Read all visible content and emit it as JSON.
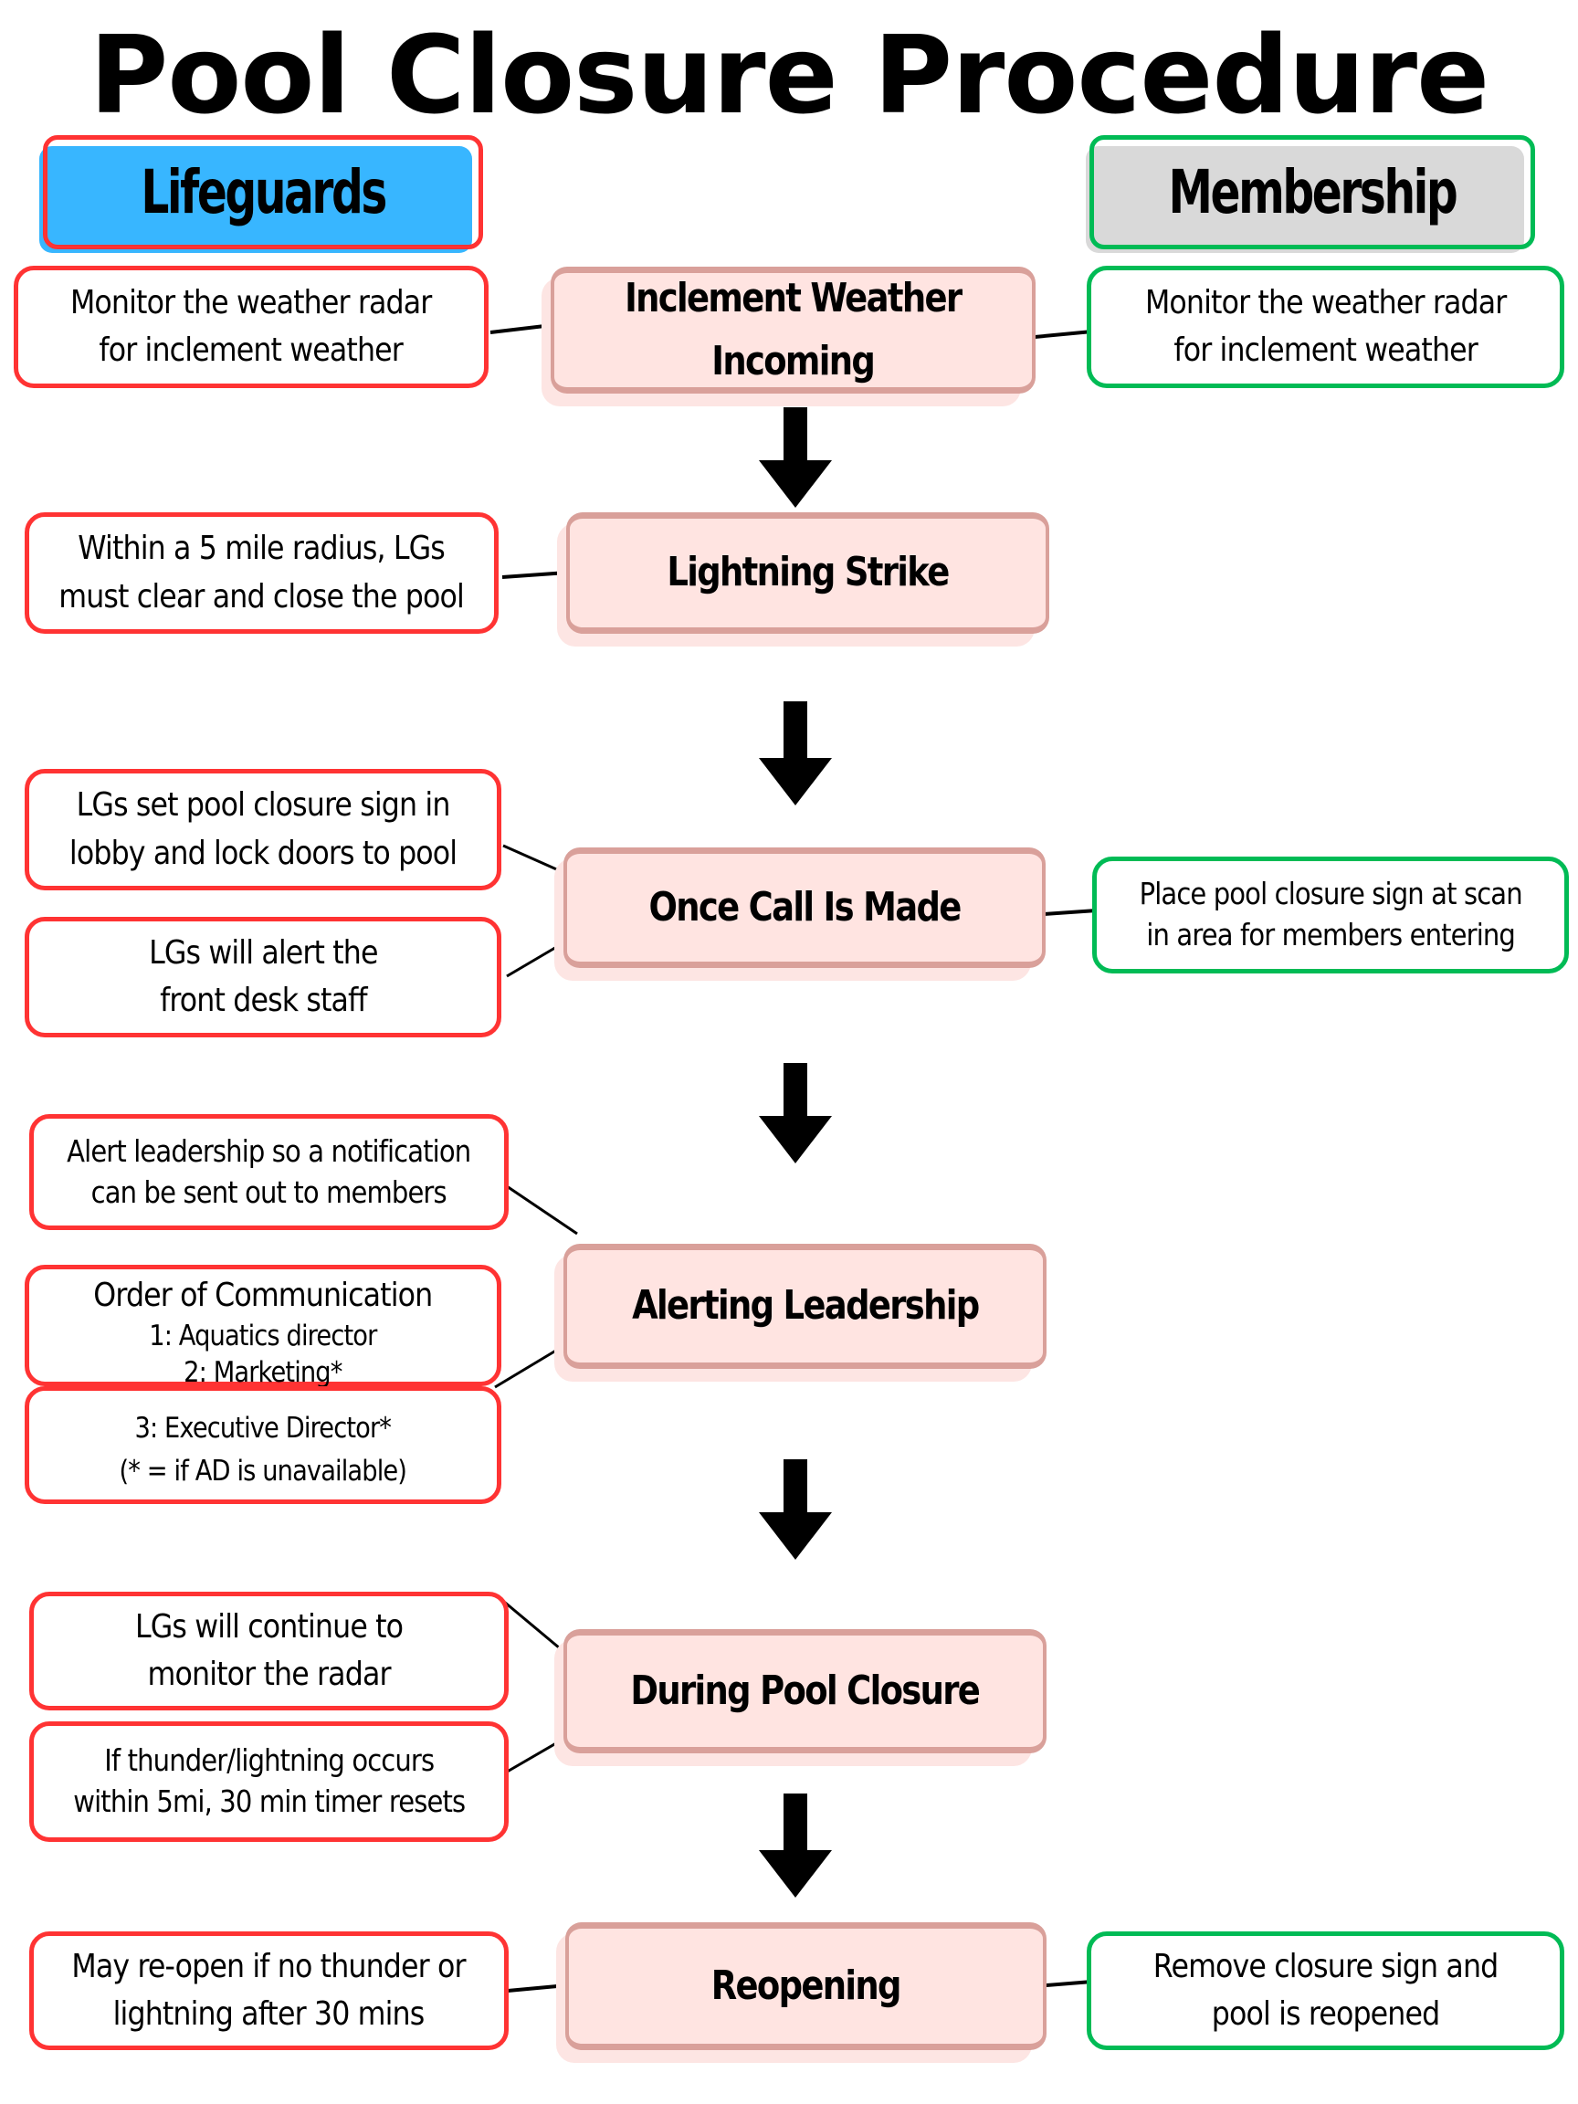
{
  "title": "Pool Closure Procedure",
  "columns": {
    "lifeguards": {
      "label": "Lifeguards",
      "fill": "#38b6ff",
      "border": "#ff3333"
    },
    "membership": {
      "label": "Membership",
      "fill": "#d9d9d9",
      "border": "#00bb55"
    }
  },
  "steps": [
    {
      "label_lines": [
        "Inclement Weather",
        "Incoming"
      ],
      "lifeguards": [
        [
          "Monitor the weather radar",
          "for inclement weather"
        ]
      ],
      "membership": [
        [
          "Monitor the weather radar",
          "for inclement weather"
        ]
      ]
    },
    {
      "label_lines": [
        "Lightning Strike"
      ],
      "lifeguards": [
        [
          "Within a 5 mile radius, LGs",
          "must clear and close the pool"
        ]
      ],
      "membership": []
    },
    {
      "label_lines": [
        "Once Call Is Made"
      ],
      "lifeguards": [
        [
          "LGs set pool closure sign in",
          "lobby and lock doors to pool"
        ],
        [
          "LGs will alert the",
          "front desk staff"
        ]
      ],
      "membership": [
        [
          "Place pool closure sign at scan",
          "in area for members entering"
        ]
      ]
    },
    {
      "label_lines": [
        "Alerting Leadership"
      ],
      "lifeguards": [
        [
          "Alert leadership so a notification",
          "can be sent out to members"
        ],
        [
          "Order of Communication",
          "1: Aquatics director",
          "2: Marketing*"
        ],
        [
          "3: Executive Director*",
          "(* = if AD is unavailable)"
        ]
      ],
      "membership": []
    },
    {
      "label_lines": [
        "During Pool Closure"
      ],
      "lifeguards": [
        [
          "LGs will continue to",
          "monitor the radar"
        ],
        [
          "If thunder/lightning occurs",
          "within 5mi, 30 min timer resets"
        ]
      ],
      "membership": []
    },
    {
      "label_lines": [
        "Reopening"
      ],
      "lifeguards": [
        [
          "May re-open if no thunder or",
          "lightning after 30 mins"
        ]
      ],
      "membership": [
        [
          "Remove closure sign and",
          "pool is reopened"
        ]
      ]
    }
  ]
}
